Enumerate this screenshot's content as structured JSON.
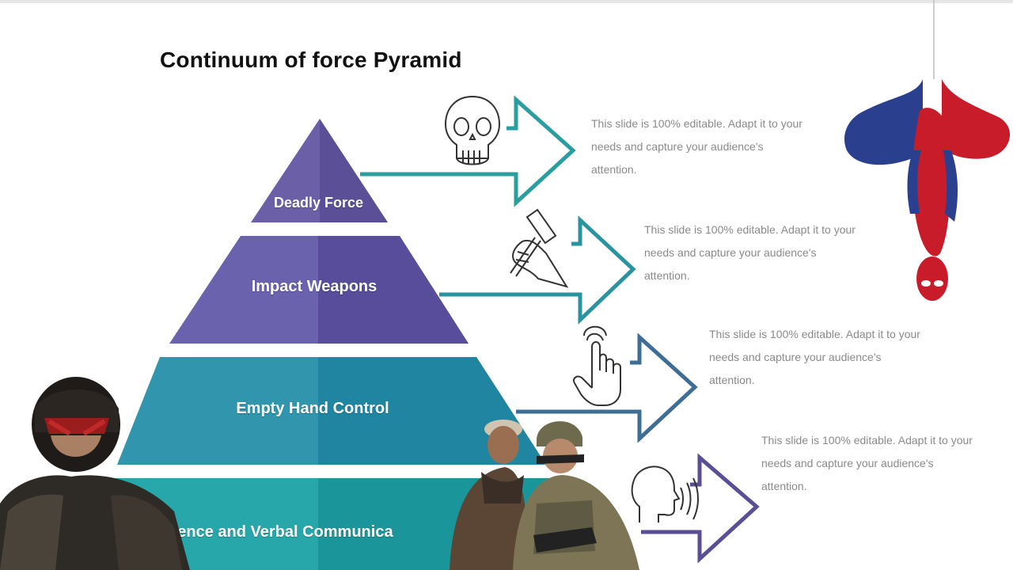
{
  "slide": {
    "title": "Continuum of force Pyramid"
  },
  "levels": [
    {
      "label": "Deadly Force",
      "icon": "skull-icon",
      "color": "#6b5fa8",
      "arrow_color": "#2a9d9f",
      "description": [
        "This slide is 100% editable. Adapt it to your",
        "needs and capture your audience's",
        "attention."
      ]
    },
    {
      "label": "Impact Weapons",
      "icon": "hammer-hand-icon",
      "color": "#5e56a0",
      "arrow_color": "#2a93a0",
      "description": [
        "This slide is 100% editable. Adapt it to your",
        "needs and capture your audience's",
        "attention."
      ]
    },
    {
      "label": "Empty Hand Control",
      "icon": "tap-hand-icon",
      "color": "#2b8fa8",
      "arrow_color": "#3e6d96",
      "description": [
        "This slide is 100% editable. Adapt it to your",
        "needs and capture your audience's",
        "attention."
      ]
    },
    {
      "label": "esence and Verbal Communica",
      "icon": "speaking-head-icon",
      "color": "#23a3a7",
      "arrow_color": "#5a4f95",
      "description": [
        "This slide is 100% editable. Adapt it to your",
        "needs and capture your audience's",
        "attention."
      ]
    }
  ],
  "overlays": {
    "spider": "spider-man-figure",
    "judge": "helmeted-judge-figure",
    "soldiers": "soldier-and-villager-figures"
  }
}
